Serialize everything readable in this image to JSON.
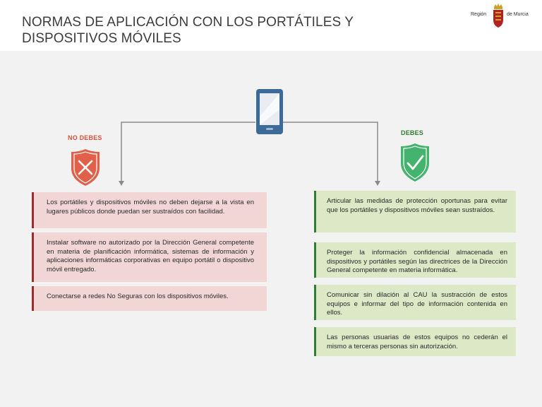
{
  "header": {
    "title": "NORMAS DE APLICACIÓN CON LOS PORTÁTILES Y DISPOSITIVOS MÓVILES",
    "logo_left": "Región",
    "logo_right": "de Murcia"
  },
  "labels": {
    "no_debes": "NO DEBES",
    "debes": "DEBES"
  },
  "icons": {
    "center": "mobile-phone-icon",
    "no_debes": "shield-x-icon",
    "debes": "shield-check-icon",
    "logo": "coat-of-arms-icon"
  },
  "colors": {
    "negative_accent": "#d9533c",
    "negative_box": "#f2d6d6",
    "positive_accent": "#2e7d32",
    "positive_box": "#dce8c6",
    "phone_blue": "#3d6b99"
  },
  "no_debes_items": [
    "Los portátiles y dispositivos móviles no deben dejarse a la vista en lugares públicos donde puedan ser sustraídos con facilidad.",
    "Instalar software no autorizado por la Dirección General competente en materia de planificación informática, sistemas de información y aplicaciones informáticas corporativas en equipo portátil o dispositivo móvil entregado.",
    "Conectarse a redes No Seguras con los dispositivos móviles."
  ],
  "debes_items": [
    "Articular las medidas de protección oportunas para evitar que los portátiles y dispositivos móviles sean sustraídos.",
    "Proteger la información confidencial almacenada en dispositivos y portátiles según las directrices de la Dirección General competente en materia informática.",
    "Comunicar sin dilación al CAU la sustracción de estos equipos e informar del tipo de información contenida en ellos.",
    "Las personas usuarias de estos equipos no cederán el mismo a terceras personas sin autorización."
  ]
}
